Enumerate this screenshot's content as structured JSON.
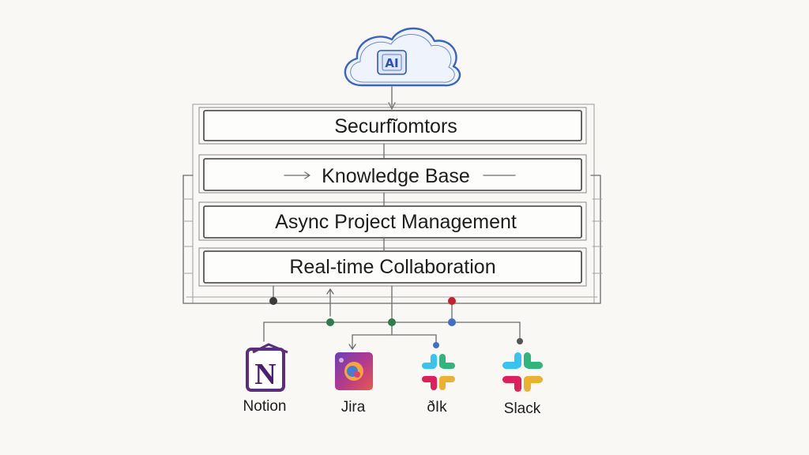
{
  "cloud": {
    "badge": "AI",
    "icon": "cloud-icon"
  },
  "layers": [
    {
      "label": "Securfĩomtors"
    },
    {
      "label": "Knowledge Base"
    },
    {
      "label": "Async Project Management"
    },
    {
      "label": "Real-time Collaboration"
    }
  ],
  "tools": [
    {
      "label": "Notion",
      "icon": "notion-icon"
    },
    {
      "label": "Jira",
      "icon": "jira-icon"
    },
    {
      "label": "ðIk",
      "icon": "slack-like-icon"
    },
    {
      "label": "Slack",
      "icon": "slack-icon"
    }
  ],
  "colors": {
    "cloud_stroke": "#3b63c4",
    "notion_purple": "#5a2d82",
    "node_red": "#c8202e",
    "node_green": "#2e7d4f",
    "node_blue": "#3f6fc8",
    "node_dark": "#3a3a3a"
  }
}
